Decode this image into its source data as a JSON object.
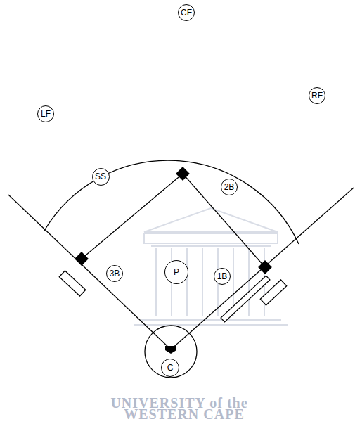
{
  "diagram": {
    "nodes": [
      {
        "text": [
          "CF"
        ]
      },
      {
        "text": [
          "LF"
        ]
      },
      {
        "text": [
          "RF"
        ]
      },
      {
        "text": [
          "SS"
        ]
      },
      {
        "text": [
          "2B"
        ]
      },
      {
        "text": [
          "3B"
        ]
      },
      {
        "text": [
          "P"
        ]
      },
      {
        "text": [
          "1B"
        ]
      },
      {
        "text": [
          "C"
        ]
      }
    ],
    "labels": [
      "UNIVERSITY of the",
      "WESTERN CAPE"
    ]
  }
}
